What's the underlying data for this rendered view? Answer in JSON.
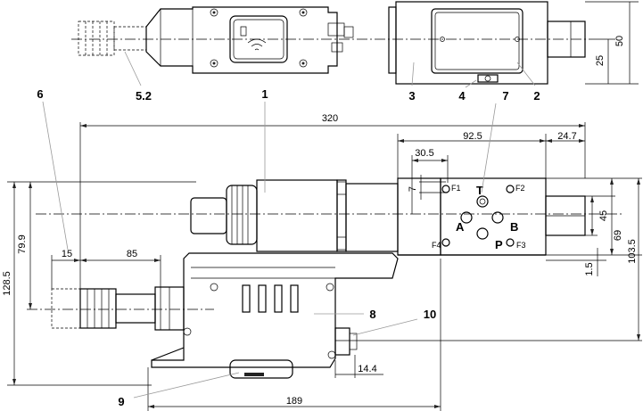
{
  "top_view": {
    "dimensions": {
      "width_50": "50",
      "half_25": "25"
    },
    "callouts": {
      "c52": "5.2",
      "c3": "3",
      "c4": "4",
      "c7": "7",
      "c2": "2"
    }
  },
  "front_view": {
    "dimensions": {
      "d320": "320",
      "d92_5": "92.5",
      "d24_7": "24.7",
      "d30_5": "30.5",
      "d7": "7",
      "d45": "45",
      "d69": "69",
      "d103_5": "103.5",
      "d1_5": "1.5",
      "d128_5": "128.5",
      "d79_9": "79.9",
      "d15": "15",
      "d85": "85",
      "d14_4": "14.4",
      "d189": "189"
    },
    "callouts": {
      "c1": "1",
      "c6": "6",
      "c8": "8",
      "c9": "9",
      "c10": "10"
    },
    "ports": {
      "T": "T",
      "A": "A",
      "B": "B",
      "P": "P"
    },
    "fixing_holes": {
      "F1": "F1",
      "F2": "F2",
      "F3": "F3",
      "F4": "F4"
    }
  }
}
